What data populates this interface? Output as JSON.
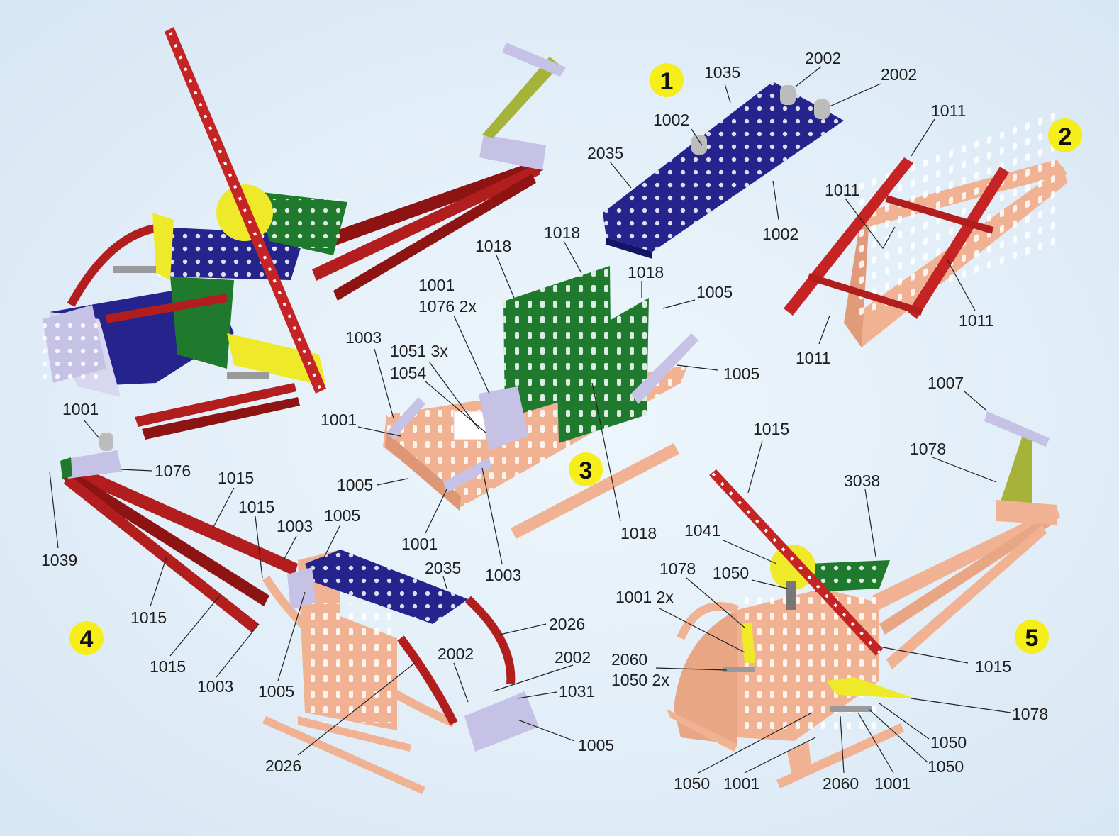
{
  "steps": [
    "1",
    "2",
    "3",
    "4",
    "5"
  ],
  "labels": [
    "1035",
    "2002",
    "2002",
    "1002",
    "2035",
    "1002",
    "1011",
    "1011",
    "1011",
    "1011",
    "1018",
    "1018",
    "1018",
    "1001",
    "1076 2x",
    "1005",
    "1003",
    "1051 3x",
    "1054",
    "1005",
    "1001",
    "1005",
    "1001",
    "1003",
    "1018",
    "1001",
    "1076",
    "1015",
    "1015",
    "1003",
    "1005",
    "1039",
    "1015",
    "2035",
    "1015",
    "2026",
    "1003",
    "1005",
    "2002",
    "2002",
    "1031",
    "1005",
    "2026",
    "1007",
    "1015",
    "1078",
    "3038",
    "1041",
    "1078",
    "1050",
    "1001 2x",
    "1015",
    "2060",
    "1050 2x",
    "1078",
    "1050",
    "1050",
    "1050",
    "1001",
    "2060",
    "1001"
  ],
  "colors": {
    "red": "#c62424",
    "dark_red": "#8e1414",
    "blue": "#25238c",
    "green": "#1f7a2e",
    "yellow": "#eeea2a",
    "olive": "#a6b33a",
    "lavender": "#c5c2e6",
    "copper": "#f0b292",
    "step_badge": "#f5ee18"
  }
}
